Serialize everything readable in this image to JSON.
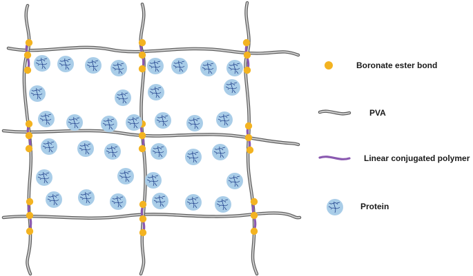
{
  "colors": {
    "bond": "#f3b321",
    "pva_fill": "#c9c9c9",
    "pva_outline": "#5a5a5a",
    "polymer": "#8a59b0",
    "protein_fill": "#a9cde8",
    "protein_strand": "#1f3f8a"
  },
  "legend": {
    "bond_label": "Boronate ester bond",
    "pva_label": "PVA",
    "polymer_label": "Linear conjugated polymer",
    "protein_label": "Protein"
  }
}
